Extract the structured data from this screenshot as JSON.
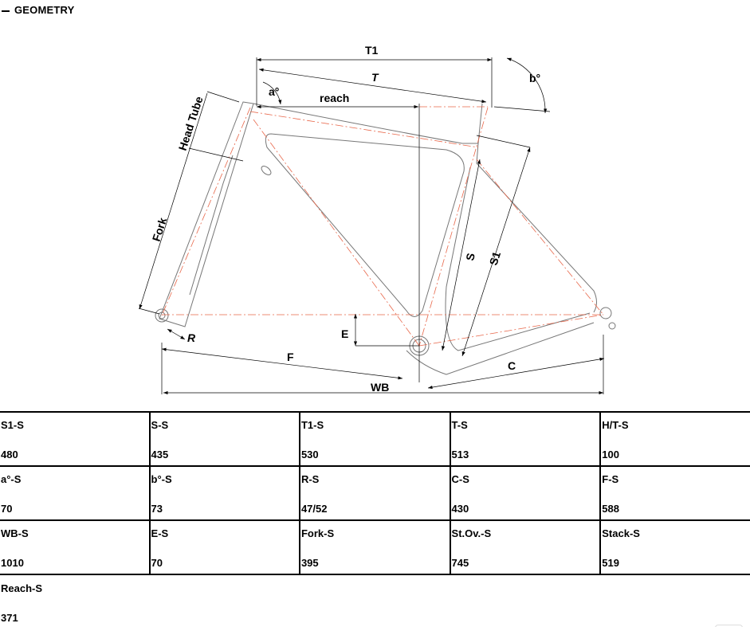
{
  "section": {
    "title": "GEOMETRY"
  },
  "diagram": {
    "labels": {
      "t1": "T1",
      "t": "T",
      "b": "b°",
      "a": "a°",
      "reach": "reach",
      "head_tube": "Head Tube",
      "fork": "Fork",
      "s": "S",
      "s1": "S1",
      "e": "E",
      "r": "R",
      "f": "F",
      "c": "C",
      "wb": "WB"
    },
    "colors": {
      "frame": "#777777",
      "centerline": "#e8674a"
    }
  },
  "table": {
    "rows": [
      [
        {
          "k": "S1-S",
          "v": "480"
        },
        {
          "k": "S-S",
          "v": "435"
        },
        {
          "k": "T1-S",
          "v": "530"
        },
        {
          "k": "T-S",
          "v": "513"
        },
        {
          "k": "H/T-S",
          "v": "100"
        }
      ],
      [
        {
          "k": "a°-S",
          "v": "70"
        },
        {
          "k": "b°-S",
          "v": "73"
        },
        {
          "k": "R-S",
          "v": "47/52"
        },
        {
          "k": "C-S",
          "v": "430"
        },
        {
          "k": "F-S",
          "v": "588"
        }
      ],
      [
        {
          "k": "WB-S",
          "v": "1010"
        },
        {
          "k": "E-S",
          "v": "70"
        },
        {
          "k": "Fork-S",
          "v": "395"
        },
        {
          "k": "St.Ov.-S",
          "v": "745"
        },
        {
          "k": "Stack-S",
          "v": "519"
        }
      ]
    ],
    "last": {
      "k": "Reach-S",
      "v": "371"
    }
  }
}
